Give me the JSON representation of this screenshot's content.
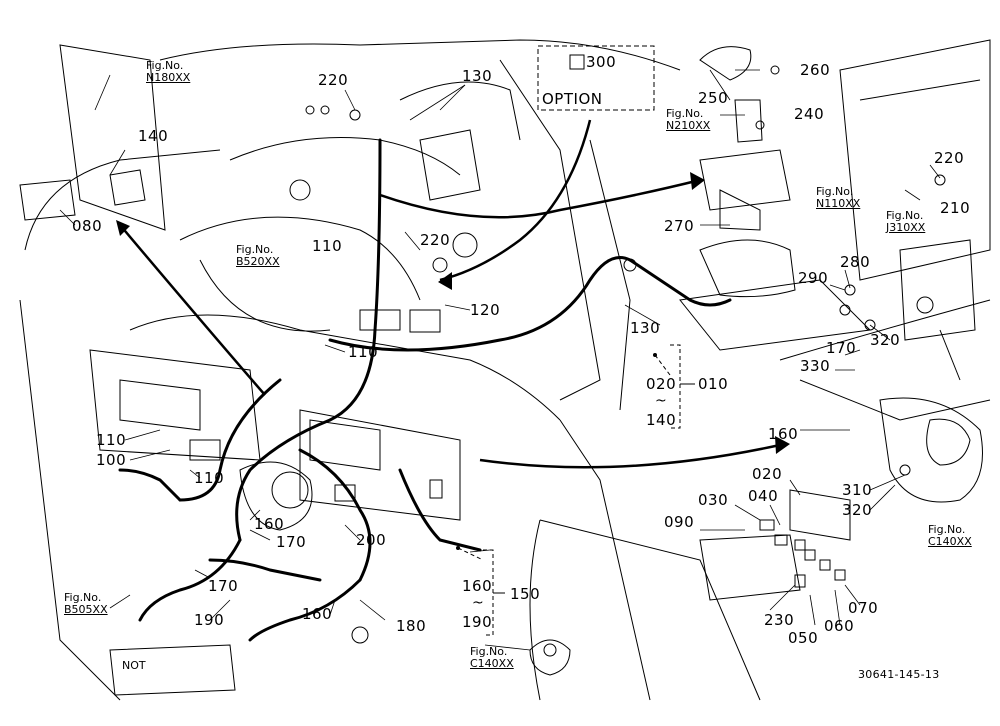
{
  "labels": {
    "p300": "300",
    "p220a": "220",
    "p130a": "130",
    "p260": "260",
    "p250": "250",
    "p240": "240",
    "p220b": "220",
    "p210": "210",
    "p140": "140",
    "p080": "080",
    "p110a": "110",
    "p220c": "220",
    "p270": "270",
    "p280": "280",
    "p290": "290",
    "p120": "120",
    "p130b": "130",
    "p320a": "320",
    "p170a": "170",
    "p110b": "110",
    "p330": "330",
    "p020a": "020",
    "p010": "010",
    "p140b": "140",
    "p160a": "160",
    "p110c": "110",
    "p100": "100",
    "p110d": "110",
    "p020b": "020",
    "p310": "310",
    "p030": "030",
    "p040": "040",
    "p320b": "320",
    "p090": "090",
    "p160b": "160",
    "p200": "200",
    "p170b": "170",
    "p170c": "170",
    "p160c": "160",
    "p150": "150",
    "p190a": "190",
    "p230": "230",
    "p070": "070",
    "p160d": "160",
    "p180": "180",
    "p050": "050",
    "p060": "060",
    "p190b": "190"
  },
  "tildes": {
    "t1": "~",
    "t2": "~"
  },
  "option_label": "OPTION",
  "fig_refs": {
    "n180": {
      "line1": "Fig.No.",
      "line2": "N180XX"
    },
    "n210": {
      "line1": "Fig.No.",
      "line2": "N210XX"
    },
    "n110": {
      "line1": "Fig.No.",
      "line2": "N110XX"
    },
    "j310": {
      "line1": "Fig.No.",
      "line2": "J310XX"
    },
    "b520": {
      "line1": "Fig.No.",
      "line2": "B520XX"
    },
    "c140a": {
      "line1": "Fig.No.",
      "line2": "C140XX"
    },
    "b505": {
      "line1": "Fig.No.",
      "line2": "B505XX"
    },
    "c140b": {
      "line1": "Fig.No.",
      "line2": "C140XX"
    }
  },
  "stamp": "NOT",
  "doc_id": "30641-145-13"
}
